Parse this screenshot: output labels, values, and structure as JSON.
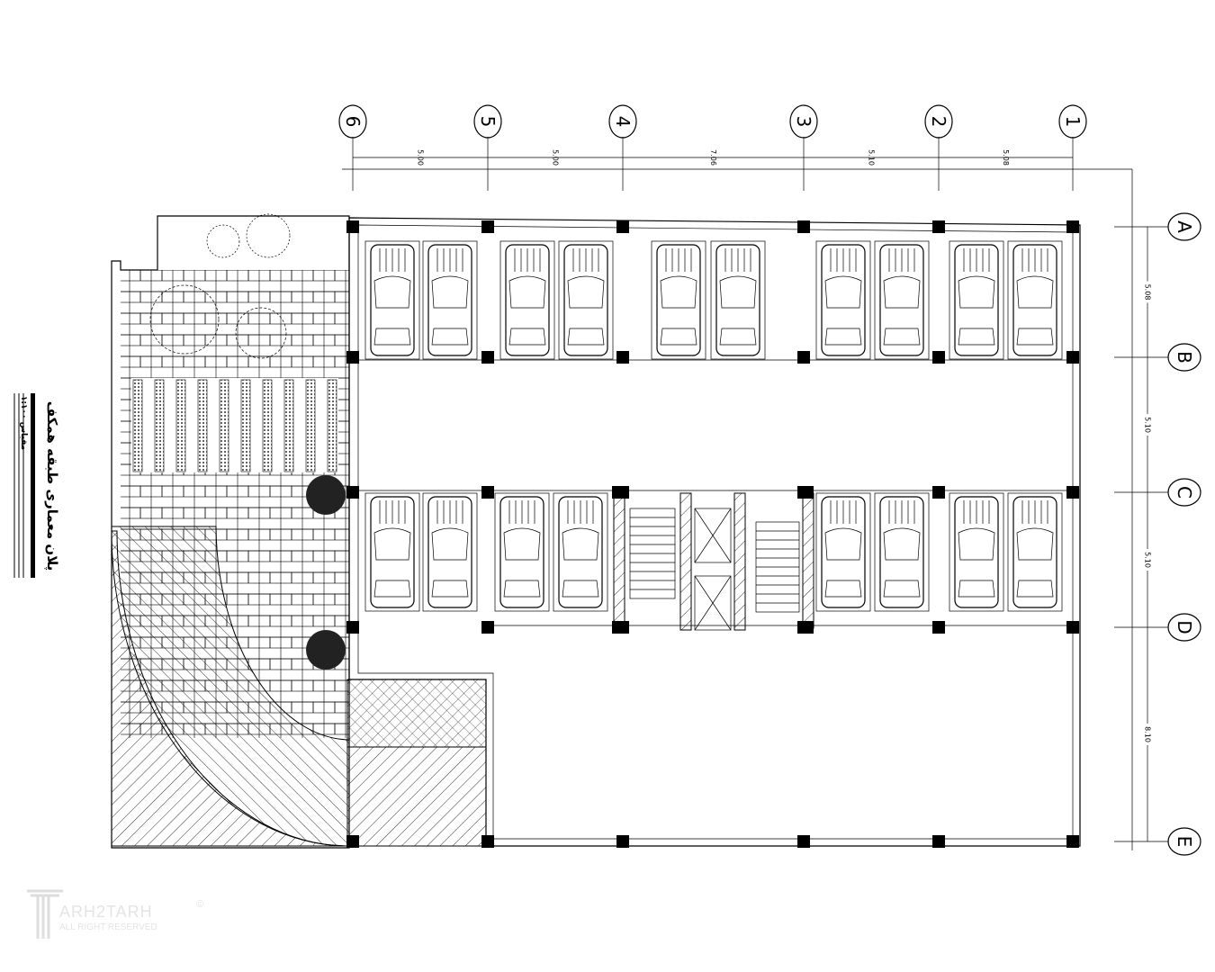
{
  "drawing": {
    "title": "پلان معماری طبقه همکف",
    "scale": "مقیاس ۱:۱۰۰",
    "watermark_brand": "ARH2TARH",
    "watermark_rights": "ALL RIGHT RESERVED",
    "watermark_symbol": "©"
  },
  "grid_columns": [
    "6",
    "5",
    "4",
    "3",
    "2",
    "1"
  ],
  "grid_rows": [
    "A",
    "B",
    "C",
    "D",
    "E"
  ],
  "column_dimensions": [
    "5.00",
    "5.00",
    "7.06",
    "5.10",
    "5.08"
  ],
  "row_dimensions": [
    "5.08",
    "5.10",
    "5.10",
    "8.10"
  ],
  "parking": {
    "top_row_spaces": 10,
    "middle_row_spaces": 8
  }
}
